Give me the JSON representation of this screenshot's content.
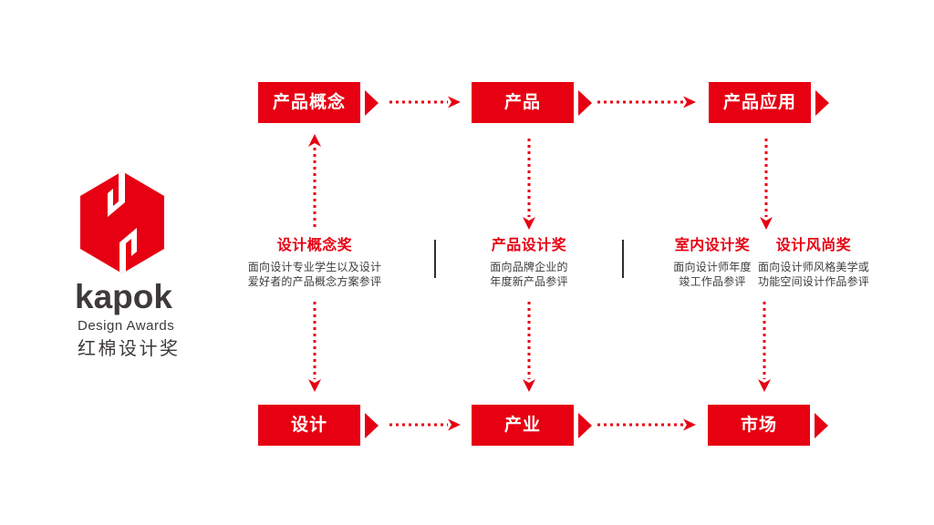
{
  "brand": {
    "name": "kapok",
    "subtitle": "Design Awards",
    "cn_name": "红棉设计奖"
  },
  "colors": {
    "red": "#e60012",
    "ink": "#3e3a39",
    "divider": "#2f2f2f"
  },
  "flow": {
    "top_row": [
      "产品概念",
      "产品",
      "产品应用"
    ],
    "bottom_row": [
      "设计",
      "产业",
      "市场"
    ],
    "awards": [
      {
        "title": "设计概念奖",
        "line1": "面向设计专业学生以及设计",
        "line2": "爱好者的产品概念方案参评"
      },
      {
        "title": "产品设计奖",
        "line1": "面向品牌企业的",
        "line2": "年度新产品参评"
      },
      {
        "title": "室内设计奖",
        "line1": "面向设计师年度",
        "line2": "竣工作品参评"
      },
      {
        "title": "设计风尚奖",
        "line1": "面向设计师风格美学或",
        "line2": "功能空间设计作品参评"
      }
    ]
  }
}
